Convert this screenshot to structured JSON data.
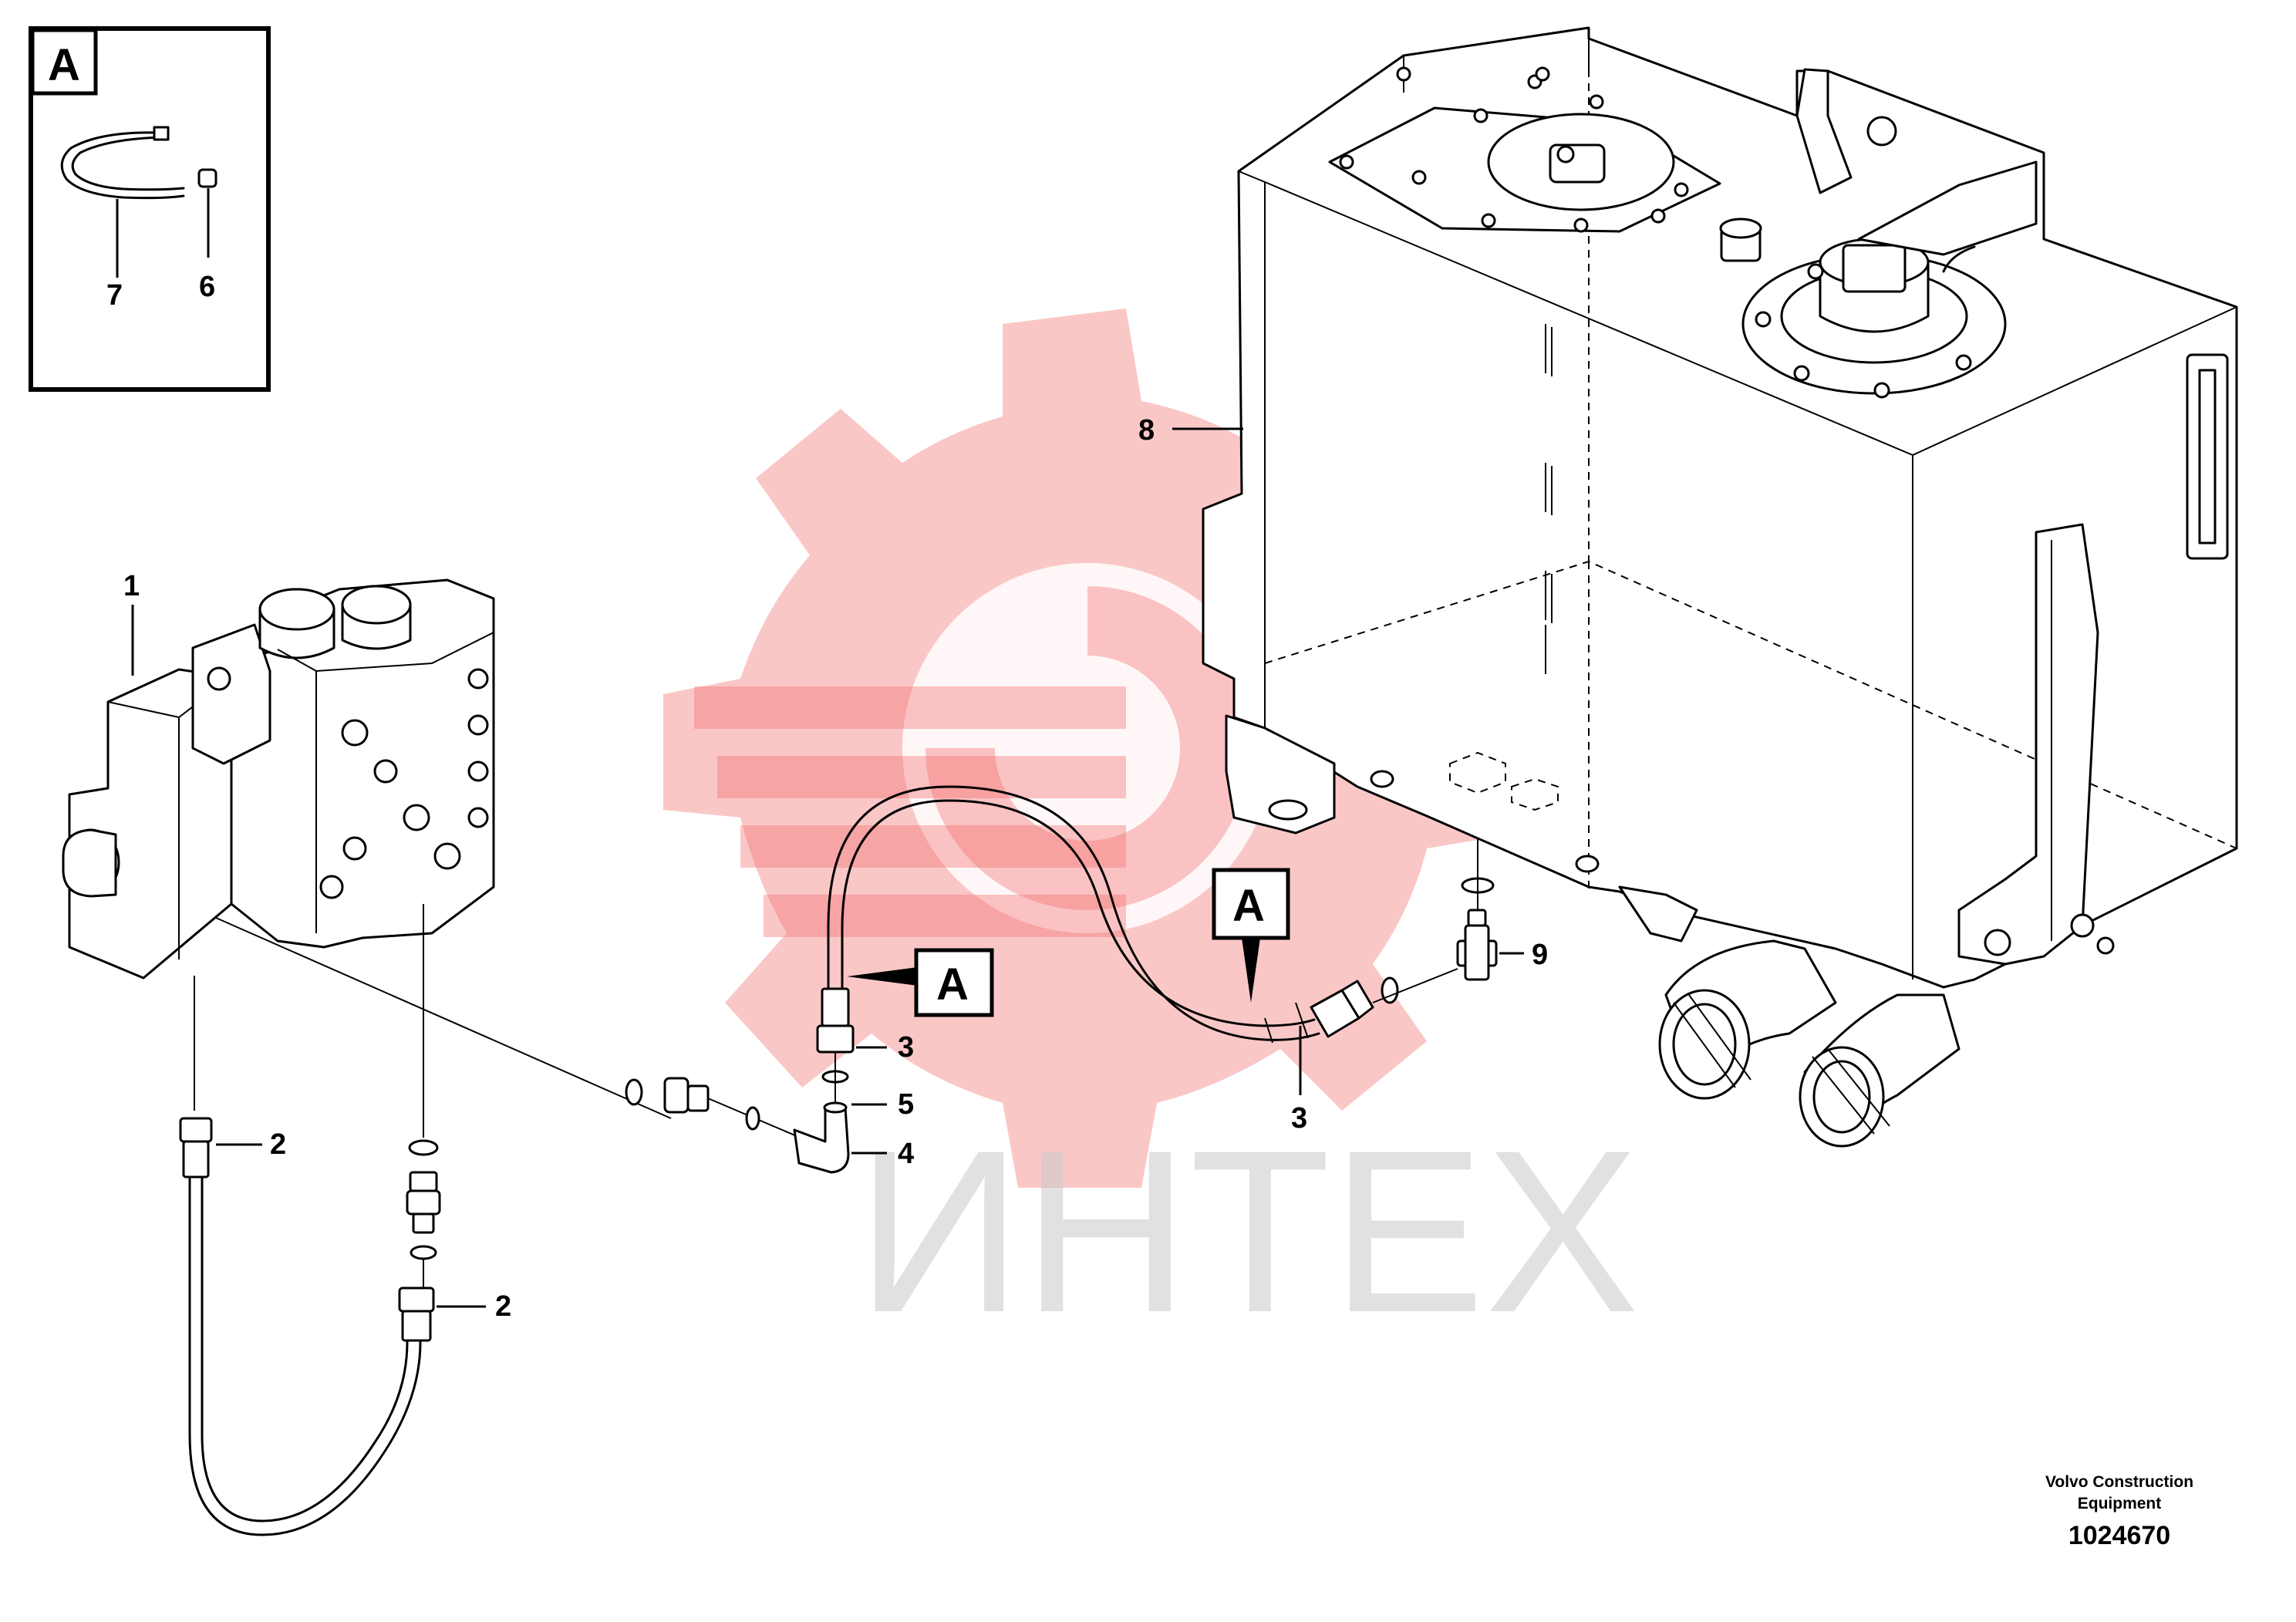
{
  "inset": {
    "label": "A",
    "callouts": [
      "7",
      "6"
    ]
  },
  "callouts": {
    "valve_block": "1",
    "hose_upper": "2",
    "hose_lower": "2",
    "nut_left": "3",
    "oring": "5",
    "elbow": "4",
    "nut_right": "3",
    "tank": "8",
    "tee": "9"
  },
  "view_markers": {
    "left": "A",
    "right": "A"
  },
  "watermark": {
    "text": "ИНТЕХ"
  },
  "caption": {
    "company_line1": "Volvo Construction",
    "company_line2": "Equipment",
    "doc_number": "1024670"
  }
}
